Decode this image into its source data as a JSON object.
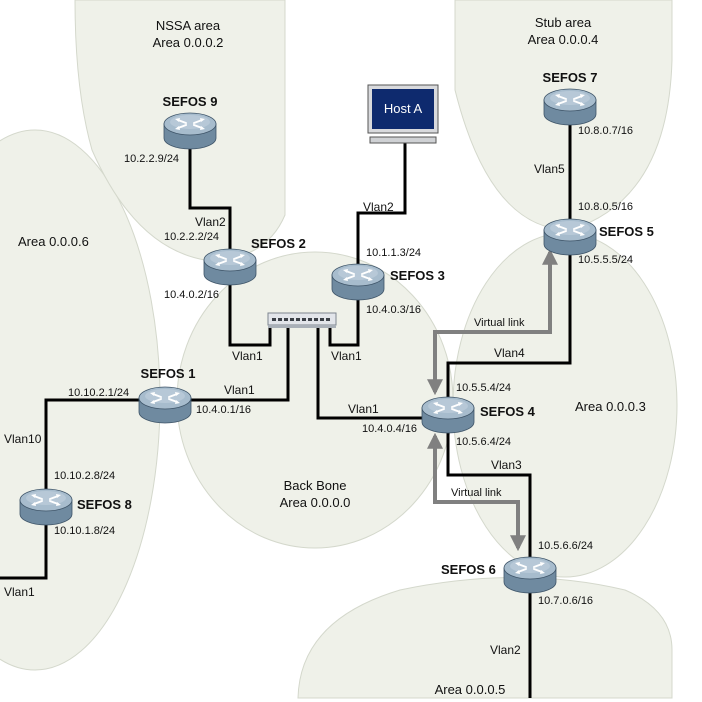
{
  "colors": {
    "area_fill": "#eff1e9",
    "area_stroke": "#d4d8cc",
    "link": "#000000",
    "virtual_link": "#808080",
    "router_top": "#a7bccd",
    "router_side": "#6f8aa0",
    "host_screen": "#0e2a6e"
  },
  "areas": {
    "nssa_name": "NSSA area",
    "nssa_id": "Area 0.0.0.2",
    "stub_name": "Stub area",
    "stub_id": "Area 0.0.0.4",
    "a6_id": "Area 0.0.0.6",
    "a3_id": "Area 0.0.0.3",
    "backbone_name": "Back Bone",
    "backbone_id": "Area 0.0.0.0",
    "a5_id": "Area 0.0.0.5"
  },
  "routers": {
    "r1": "SEFOS 1",
    "r2": "SEFOS 2",
    "r3": "SEFOS 3",
    "r4": "SEFOS 4",
    "r5": "SEFOS 5",
    "r6": "SEFOS 6",
    "r7": "SEFOS 7",
    "r8": "SEFOS 8",
    "r9": "SEFOS 9"
  },
  "host": {
    "label": "Host A",
    "icon": "computer-monitor-icon"
  },
  "switch": {
    "icon": "switch-icon"
  },
  "ips": {
    "r9": "10.2.2.9/24",
    "r2_a": "10.2.2.2/24",
    "r2_b": "10.4.0.2/16",
    "r3_a": "10.1.1.3/24",
    "r3_b": "10.4.0.3/16",
    "r7": "10.8.0.7/16",
    "r5_a": "10.8.0.5/16",
    "r5_b": "10.5.5.5/24",
    "r1_a": "10.10.2.1/24",
    "r1_b": "10.4.0.1/16",
    "r4_a": "10.5.5.4/24",
    "r4_b": "10.4.0.4/16",
    "r4_c": "10.5.6.4/24",
    "r8_a": "10.10.2.8/24",
    "r8_b": "10.10.1.8/24",
    "r6_a": "10.5.6.6/24",
    "r6_b": "10.7.0.6/16"
  },
  "vlans": {
    "r9_r2": "Vlan2",
    "host_r3": "Vlan2",
    "r7_r5": "Vlan5",
    "r2_sw": "Vlan1",
    "r3_sw": "Vlan1",
    "r1_sw": "Vlan1",
    "r4_sw": "Vlan1",
    "r4_r5": "Vlan4",
    "r1_r8": "Vlan10",
    "r4_r6": "Vlan3",
    "r8_out": "Vlan1",
    "r6_out": "Vlan2"
  },
  "virtual_links": {
    "upper": "Virtual link",
    "lower": "Virtual link"
  }
}
